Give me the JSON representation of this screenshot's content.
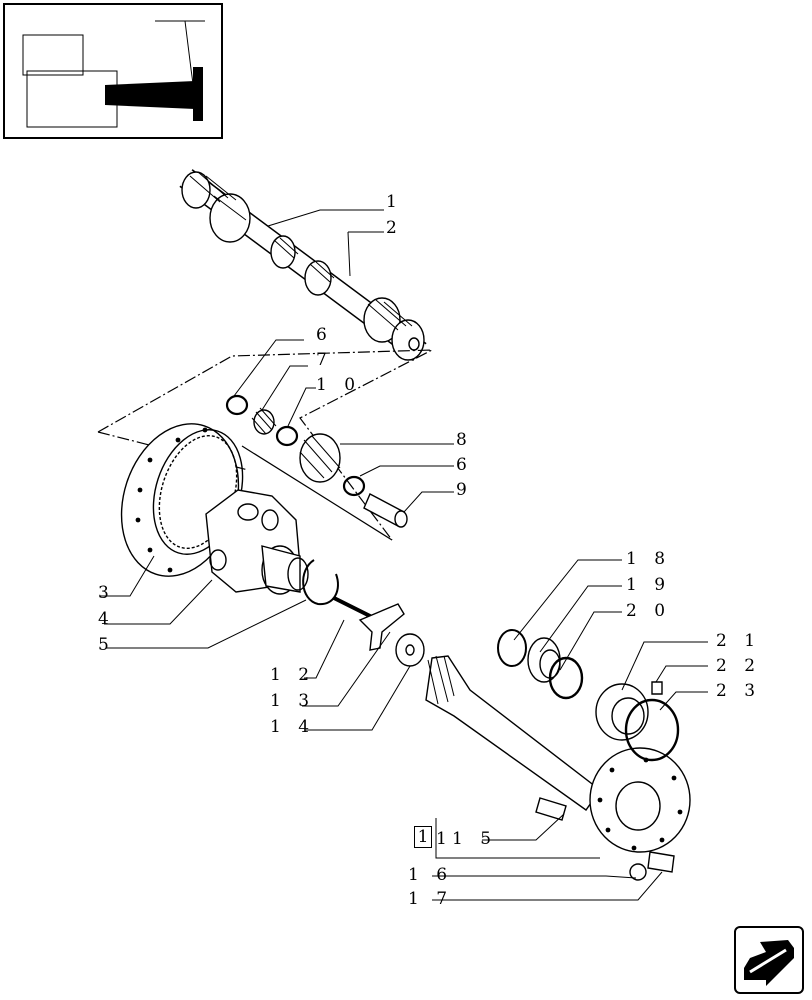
{
  "callouts": {
    "c1": "1",
    "c2": "2",
    "c3": "3",
    "c4": "4",
    "c5": "5",
    "c6a": "6",
    "c7": "7",
    "c10": "1 0",
    "c8": "8",
    "c6b": "6",
    "c9": "9",
    "c12": "1 2",
    "c13": "1 3",
    "c14": "1 4",
    "c18": "1 8",
    "c19": "1 9",
    "c20": "2 0",
    "c21": "2 1",
    "c22": "2 2",
    "c23": "2 3",
    "c15_box": "1",
    "c15_sep": "1",
    "c15": "1 5",
    "c16": "1 6",
    "c17": "1 7"
  },
  "icons": {
    "thumbnail": "tractor-axle-location-thumbnail",
    "nav": "next-page-arrow-icon"
  },
  "colors": {
    "ink": "#000000",
    "paper": "#ffffff"
  }
}
